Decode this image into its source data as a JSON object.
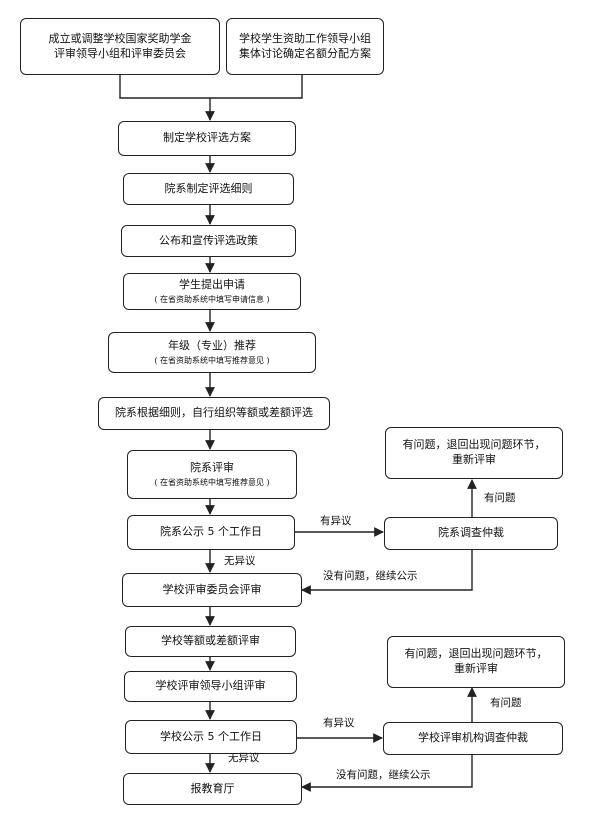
{
  "nodes": {
    "top_left": {
      "line1": "成立或调整学校国家奖助学金",
      "line2": "评审领导小组和评审委员会"
    },
    "top_right": {
      "line1": "学校学生资助工作领导小组",
      "line2": "集体讨论确定名额分配方案"
    },
    "plan": {
      "text": "制定学校评选方案"
    },
    "dept_rules": {
      "text": "院系制定评选细则"
    },
    "publicize": {
      "text": "公布和宣传评选政策"
    },
    "apply": {
      "text": "学生提出申请",
      "sub": "( 在省资助系统中填写申请信息 )"
    },
    "grade_recommend": {
      "text": "年级（专业）推荐",
      "sub": "( 在省资助系统中填写推荐意见 )"
    },
    "dept_select": {
      "text": "院系根据细则，自行组织等额或差额评选"
    },
    "dept_review": {
      "text": "院系评审",
      "sub": "( 在省资助系统中填写推荐意见 )"
    },
    "dept_publicity": {
      "text": "院系公示 5 个工作日"
    },
    "dept_arbitration": {
      "text": "院系调查仲裁"
    },
    "dept_return": {
      "line1": "有问题，退回出现问题环节，",
      "line2": "重新评审"
    },
    "school_committee": {
      "text": "学校评审委员会评审"
    },
    "school_equal": {
      "text": "学校等额或差额评审"
    },
    "school_leader": {
      "text": "学校评审领导小组评审"
    },
    "school_publicity": {
      "text": "学校公示 5 个工作日"
    },
    "school_arbitration": {
      "text": "学校评审机构调查仲裁"
    },
    "school_return": {
      "line1": "有问题，退回出现问题环节，",
      "line2": "重新评审"
    },
    "report": {
      "text": "报教育厅"
    }
  },
  "labels": {
    "dept_objection": "有异议",
    "dept_no_objection": "无异议",
    "dept_problem": "有问题",
    "dept_no_problem": "没有问题，继续公示",
    "school_objection": "有异议",
    "school_no_objection": "无异议",
    "school_problem": "有问题",
    "school_no_problem": "没有问题，继续公示"
  }
}
